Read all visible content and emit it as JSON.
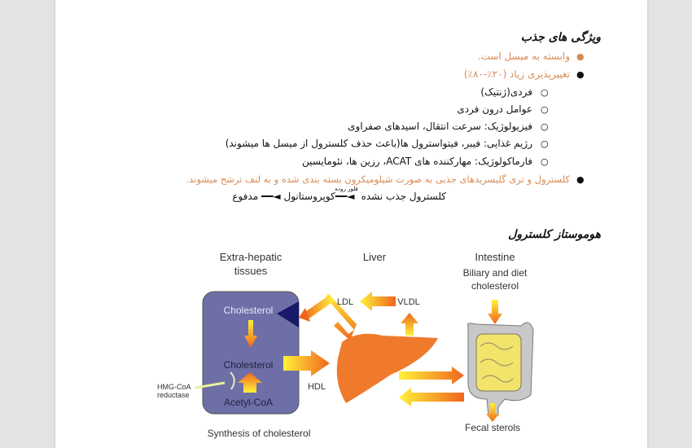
{
  "section1": {
    "heading": "ویژگی های جذب",
    "bullets": [
      {
        "text": "وابسته به میسل است.",
        "color": "#d88a55"
      },
      {
        "text": "تغییرپذیری زیاد (۲۰٪-۸۰٪)",
        "color": "#d88a55"
      }
    ],
    "sub_bullets": [
      "فردی(ژنتیک)",
      "عوامل درون فردی",
      "فیزیولوژیک: سرعت انتقال، اسیدهای صفراوی",
      "رژیم غذایی: فیبر، فیتواسترول ها(باعث حذف کلسترول از میسل ها میشوند)",
      "فارماکولوژیک: مهارکننده های ACAT، رزین ها، نئومایسین"
    ],
    "bullet3": "کلسترول و تری گلیسریدهای جذبی به صورت شیلومیکرون بسته بندی شده و به لنف ترشح میشوند.",
    "flow": {
      "start": "کلسترول جذب نشده",
      "arrow_label": "فلور روده",
      "middle": "کوپروستانول",
      "end": "مدفوع"
    }
  },
  "section2": {
    "heading": "هوموستاز کلسترول"
  },
  "diagram": {
    "col_extrahepatic": [
      "Extra-hepatic",
      "tissues"
    ],
    "col_liver": "Liver",
    "col_intestine": "Intestine",
    "biliary": [
      "Biliary and diet",
      "cholesterol"
    ],
    "box_cholesterol_top": "Cholesterol",
    "box_cholesterol_mid": "Cholesterol",
    "box_acetyl": "Acetyl-CoA",
    "enzyme": [
      "HMG-CoA",
      "reductase"
    ],
    "hdl": "HDL",
    "ldl": "LDL",
    "vldl": "VLDL",
    "synthesis": "Synthesis of cholesterol",
    "fecal": "Fecal sterols",
    "colors": {
      "box": "#6e6fa6",
      "liver": "#f07a2c",
      "arrow_start": "#fff23a",
      "arrow_end": "#f0651e"
    }
  }
}
